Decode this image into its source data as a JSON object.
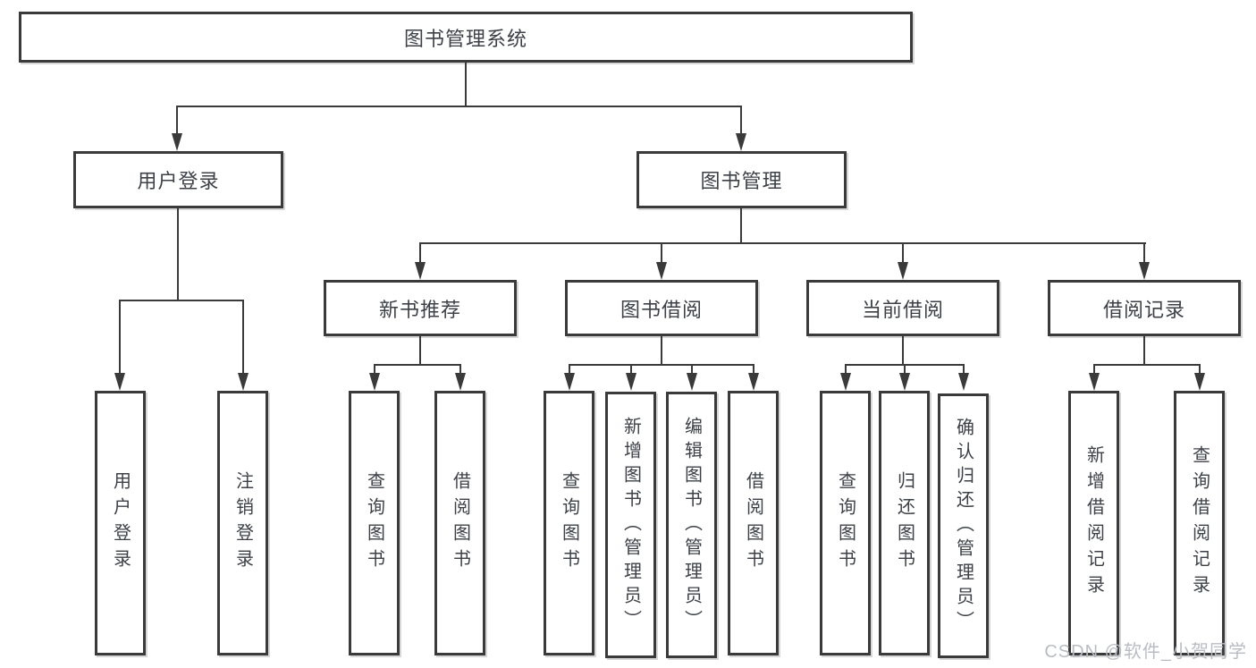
{
  "diagram": {
    "root": "图书管理系统",
    "level2": {
      "user_login": "用户登录",
      "book_management": "图书管理"
    },
    "level3": {
      "new_book_recommend": "新书推荐",
      "book_borrow": "图书借阅",
      "current_borrow": "当前借阅",
      "borrow_records": "借阅记录"
    },
    "leaves": {
      "user_login": "用户登录",
      "logout": "注销登录",
      "recommend_query": "查询图书",
      "recommend_borrow": "借阅图书",
      "borrow_query": "查询图书",
      "borrow_add_admin": "新增图书（管理员）",
      "borrow_edit_admin": "编辑图书（管理员）",
      "borrow_borrow": "借阅图书",
      "current_query": "查询图书",
      "current_return": "归还图书",
      "current_confirm_admin": "确认归还（管理员）",
      "records_add": "新增借阅记录",
      "records_query": "查询借阅记录"
    },
    "watermark": "CSDN @软件_小贺同学",
    "colors": {
      "line": "#3a3a3a",
      "text": "#3d4147",
      "watermark": "#b9bdc3",
      "background": "#ffffff"
    }
  }
}
